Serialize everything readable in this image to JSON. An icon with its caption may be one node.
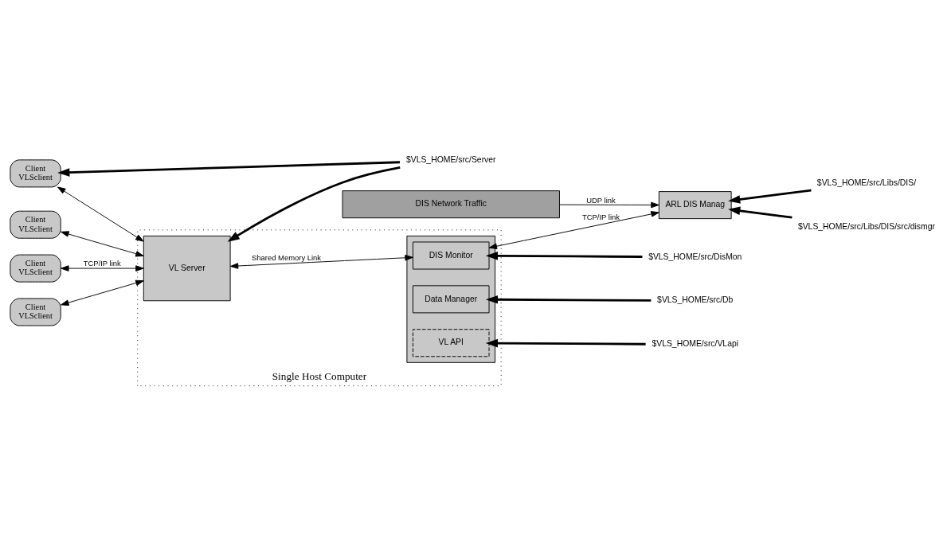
{
  "diagram": {
    "nodes": [
      {
        "text": [
          "Client",
          "VLSclient"
        ]
      },
      {
        "text": [
          "Client",
          "VLSclient"
        ]
      },
      {
        "text": [
          "Client",
          "VLSclient"
        ]
      },
      {
        "text": [
          "Client",
          "VLSclient"
        ]
      },
      {
        "text": [
          "Single Host Computer"
        ]
      },
      {
        "text": [
          "VL Server"
        ],
        "in": 4
      },
      {
        "text": [],
        "shape": "box",
        "in": 4
      },
      {
        "text": [
          "DIS Monitor"
        ],
        "in": 6
      },
      {
        "text": [
          "VL API"
        ],
        "in": 6
      },
      {
        "text": [
          "Data Manager"
        ],
        "in": 6
      },
      {
        "text": [
          "DIS Network Traffic"
        ]
      },
      {
        "text": [
          "ARL DIS Manag"
        ]
      },
      {
        "text": [
          "$VLS_HOME/src/Libs/DIS/"
        ]
      },
      {
        "text": [
          "$VLS_HOME/src/Libs/DIS/src/dismgr"
        ]
      },
      {
        "text": [
          "$VLS_HOME/src/DisMon"
        ]
      },
      {
        "text": [
          "$VLS_HOME/src/VLapi"
        ]
      },
      {
        "text": [
          "$VLS_HOME/src/Db"
        ]
      },
      {
        "text": [
          "$VLS_HOME/src/Server"
        ]
      }
    ],
    "edges": [
      {
        "from": 5,
        "to": 0,
        "arrow": "both",
        "label": "TCP/IP link"
      },
      {
        "from": 5,
        "to": 1,
        "arrow": "both"
      },
      {
        "from": 5,
        "to": 2,
        "arrow": "both"
      },
      {
        "from": 5,
        "to": 3,
        "arrow": "both"
      },
      {
        "from": 5,
        "to": 7,
        "arrow": "both",
        "label": "Shared Memory Link"
      },
      {
        "from": 7,
        "to": 11,
        "arrow": "both",
        "label": "TCP/IP link"
      },
      {
        "from": 10,
        "to": 11,
        "arrow": "to",
        "label": "UDP link"
      },
      {
        "from": 12,
        "to": 11,
        "arrow": "to",
        "style": "thick"
      },
      {
        "from": 13,
        "to": 11,
        "arrow": "to",
        "style": "thick"
      },
      {
        "from": 14,
        "to": 7,
        "arrow": "to",
        "style": "thick"
      },
      {
        "from": 15,
        "to": 8,
        "arrow": "to",
        "style": "thick"
      },
      {
        "from": 16,
        "to": 9,
        "arrow": "to",
        "style": "thick"
      },
      {
        "from": 17,
        "to": 5,
        "arrow": "to",
        "style": "thick"
      },
      {
        "from": 17,
        "to": 2,
        "arrow": "to",
        "style": "thick"
      }
    ]
  }
}
